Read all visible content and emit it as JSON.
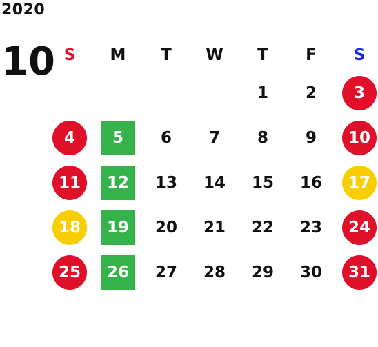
{
  "header": {
    "year": "2020",
    "month": "10"
  },
  "weekdays": [
    {
      "label": "S",
      "color": "#e0102b"
    },
    {
      "label": "M",
      "color": "#111111"
    },
    {
      "label": "T",
      "color": "#111111"
    },
    {
      "label": "W",
      "color": "#111111"
    },
    {
      "label": "T",
      "color": "#111111"
    },
    {
      "label": "F",
      "color": "#111111"
    },
    {
      "label": "S",
      "color": "#1b2fd6"
    }
  ],
  "colors": {
    "red": "#e0102b",
    "yellow": "#f7cf00",
    "green": "#35b24a",
    "sunday": "#e0102b",
    "saturday": "#1b2fd6"
  },
  "weeks": [
    [
      null,
      null,
      null,
      null,
      {
        "day": "1",
        "style": "plain"
      },
      {
        "day": "2",
        "style": "plain"
      },
      {
        "day": "3",
        "style": "red"
      }
    ],
    [
      {
        "day": "4",
        "style": "red"
      },
      {
        "day": "5",
        "style": "green"
      },
      {
        "day": "6",
        "style": "plain"
      },
      {
        "day": "7",
        "style": "plain"
      },
      {
        "day": "8",
        "style": "plain"
      },
      {
        "day": "9",
        "style": "plain"
      },
      {
        "day": "10",
        "style": "red"
      }
    ],
    [
      {
        "day": "11",
        "style": "red"
      },
      {
        "day": "12",
        "style": "green"
      },
      {
        "day": "13",
        "style": "plain"
      },
      {
        "day": "14",
        "style": "plain"
      },
      {
        "day": "15",
        "style": "plain"
      },
      {
        "day": "16",
        "style": "plain"
      },
      {
        "day": "17",
        "style": "yellow"
      }
    ],
    [
      {
        "day": "18",
        "style": "yellow"
      },
      {
        "day": "19",
        "style": "green"
      },
      {
        "day": "20",
        "style": "plain"
      },
      {
        "day": "21",
        "style": "plain"
      },
      {
        "day": "22",
        "style": "plain"
      },
      {
        "day": "23",
        "style": "plain"
      },
      {
        "day": "24",
        "style": "red"
      }
    ],
    [
      {
        "day": "25",
        "style": "red"
      },
      {
        "day": "26",
        "style": "green"
      },
      {
        "day": "27",
        "style": "plain"
      },
      {
        "day": "28",
        "style": "plain"
      },
      {
        "day": "29",
        "style": "plain"
      },
      {
        "day": "30",
        "style": "plain"
      },
      {
        "day": "31",
        "style": "red"
      }
    ]
  ]
}
